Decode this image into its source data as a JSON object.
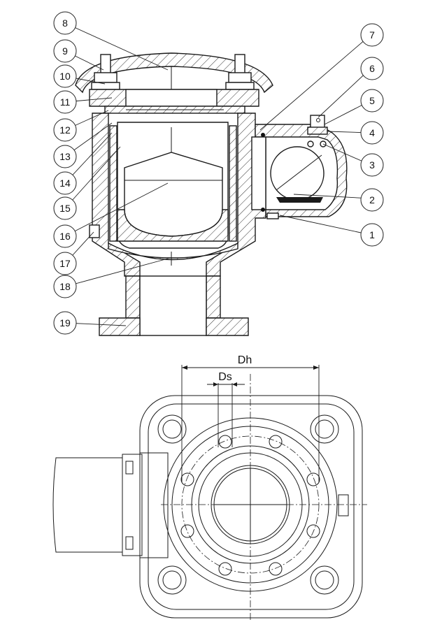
{
  "callouts": [
    {
      "id": "1",
      "label": "1"
    },
    {
      "id": "2",
      "label": "2"
    },
    {
      "id": "3",
      "label": "3"
    },
    {
      "id": "4",
      "label": "4"
    },
    {
      "id": "5",
      "label": "5"
    },
    {
      "id": "6",
      "label": "6"
    },
    {
      "id": "7",
      "label": "7"
    },
    {
      "id": "8",
      "label": "8"
    },
    {
      "id": "9",
      "label": "9"
    },
    {
      "id": "10",
      "label": "10"
    },
    {
      "id": "11",
      "label": "11"
    },
    {
      "id": "12",
      "label": "12"
    },
    {
      "id": "13",
      "label": "13"
    },
    {
      "id": "14",
      "label": "14"
    },
    {
      "id": "15",
      "label": "15"
    },
    {
      "id": "16",
      "label": "16"
    },
    {
      "id": "17",
      "label": "17"
    },
    {
      "id": "18",
      "label": "18"
    },
    {
      "id": "19",
      "label": "19"
    }
  ],
  "dimensions": {
    "outer": "Dh",
    "bolt": "Ds"
  }
}
